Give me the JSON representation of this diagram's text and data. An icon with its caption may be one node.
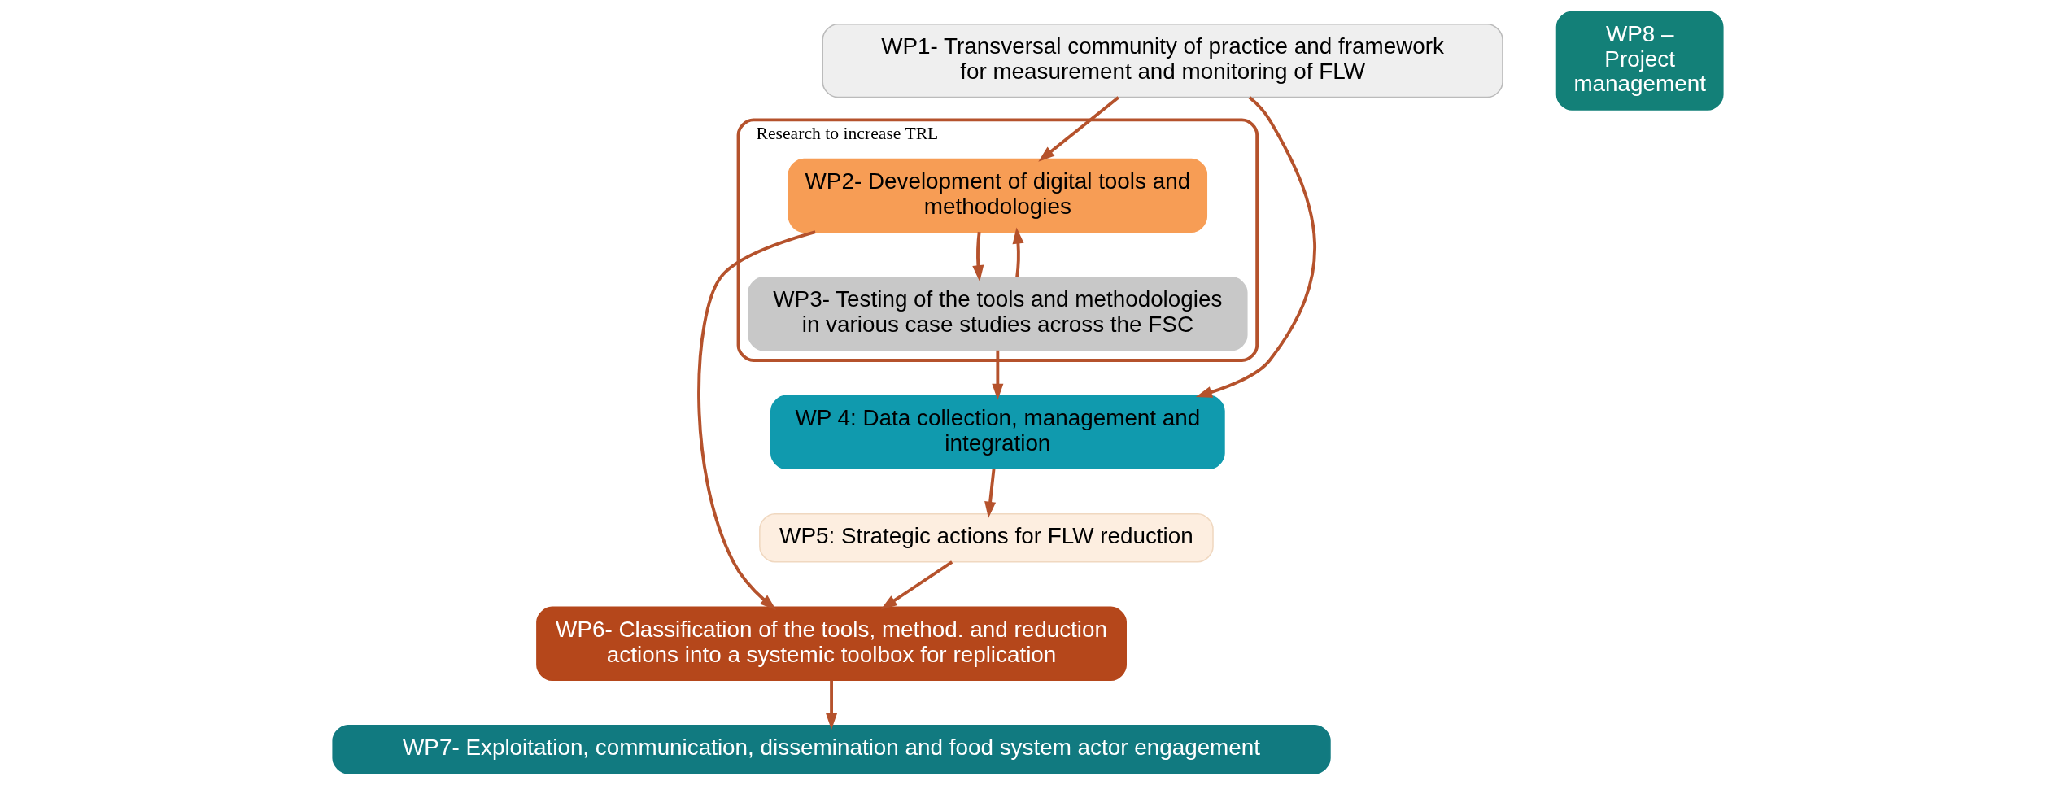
{
  "diagram": {
    "nodes": [
      {
        "text": [
          "Research to increase TRL"
        ]
      },
      {
        "text": [
          "WP1- Transversal community of practice and framework for measurement and monitoring of FLW"
        ]
      },
      {
        "text": [
          "WP2- Development of digital tools and methodologies"
        ],
        "in": 0
      },
      {
        "text": [
          "WP3- Testing of the tools and methodologies in various case studies across the FSC"
        ],
        "in": 0
      },
      {
        "text": [
          "WP 4: Data collection, management and integration"
        ]
      },
      {
        "text": [
          "WP5: Strategic actions for FLW reduction"
        ]
      },
      {
        "text": [
          "WP6- Classification of the tools, method. and reduction actions into a systemic toolbox for replication"
        ]
      },
      {
        "text": [
          "WP7- Exploitation, communication, dissemination and food system actor engagement"
        ]
      },
      {
        "text": [
          "WP8 – Project management"
        ]
      }
    ],
    "edges": [
      {
        "from": 1,
        "to": 2,
        "arrow": "to"
      },
      {
        "from": 1,
        "to": 4,
        "arrow": "to"
      },
      {
        "from": 2,
        "to": 3,
        "arrow": "to"
      },
      {
        "from": 3,
        "to": 2,
        "arrow": "to"
      },
      {
        "from": 3,
        "to": 4,
        "arrow": "to"
      },
      {
        "from": 4,
        "to": 5,
        "arrow": "to"
      },
      {
        "from": 5,
        "to": 6,
        "arrow": "to"
      },
      {
        "from": 2,
        "to": 6,
        "arrow": "to"
      },
      {
        "from": 6,
        "to": 7,
        "arrow": "to"
      }
    ]
  }
}
